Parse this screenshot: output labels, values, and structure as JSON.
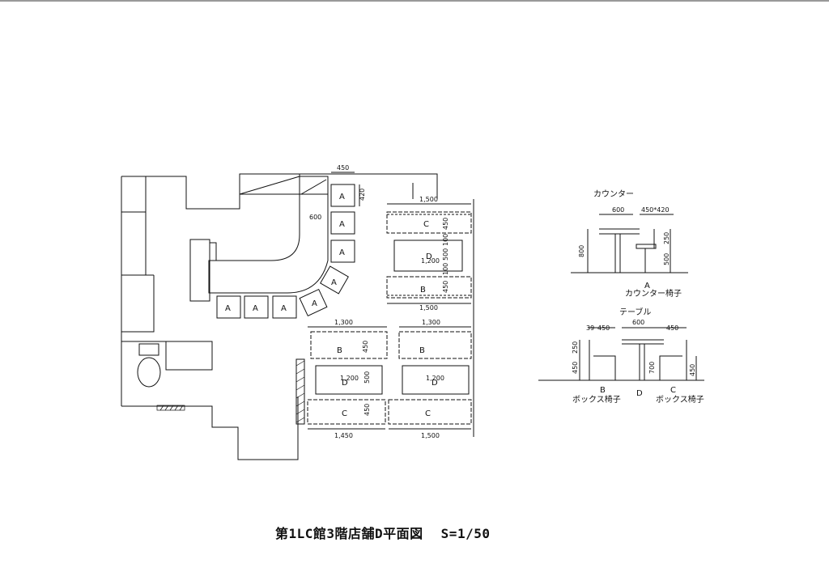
{
  "title": "第1LC館3階店舗D平面図",
  "scale": "S=1/50",
  "plan": {
    "seat_a": "A",
    "seat_b": "B",
    "seat_c": "C",
    "table_d": "D",
    "dims": {
      "d450": "450",
      "d420": "420",
      "d600": "600",
      "d1500_top": "1,500",
      "d1500_mid": "1,500",
      "d1500_bot": "1,500",
      "d1300_left": "1,300",
      "d1300_right": "1,300",
      "d1200_a": "1,200",
      "d1200_b": "1,200",
      "d1200_c": "1,200",
      "d1450": "1,450",
      "v450_a": "450",
      "v450_b": "450",
      "v450_c": "450",
      "v450_d": "450",
      "v100_a": "100",
      "v100_b": "100",
      "v500_a": "500",
      "v500_b": "500"
    }
  },
  "counter_detail": {
    "heading": "カウンター",
    "d600": "600",
    "d450x420": "450*420",
    "d800": "800",
    "d250": "250",
    "d500": "500",
    "letter": "A",
    "caption": "カウンター椅子"
  },
  "table_detail": {
    "heading": "テーブル",
    "d39": "39",
    "d450_left": "450",
    "d600": "600",
    "d450_right": "450",
    "d250": "250",
    "d450_v_left": "450",
    "d700": "700",
    "d450_v_right": "450",
    "letter_b": "B",
    "letter_d": "D",
    "letter_c": "C",
    "caption_b": "ボックス椅子",
    "caption_c": "ボックス椅子"
  }
}
